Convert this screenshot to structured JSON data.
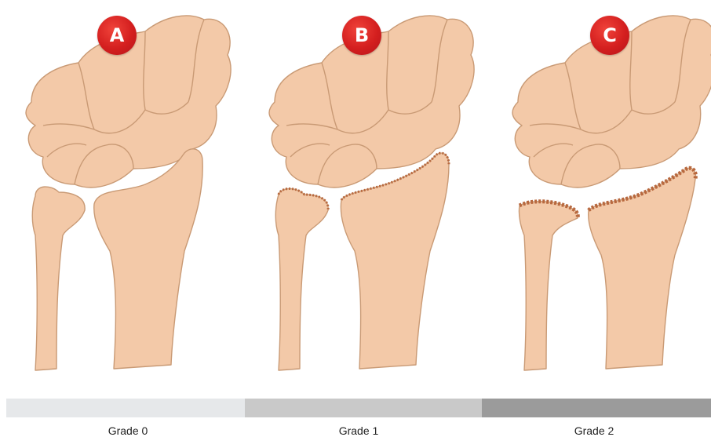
{
  "panels": [
    {
      "badge": "A",
      "grade_label": "Grade 0",
      "bar_color": "#e6e8ea"
    },
    {
      "badge": "B",
      "grade_label": "Grade 1",
      "bar_color": "#c9c9c9"
    },
    {
      "badge": "C",
      "grade_label": "Grade 2",
      "bar_color": "#9b9b9b"
    }
  ],
  "colors": {
    "bone_fill": "#f3c9a8",
    "bone_stroke": "#c99a75",
    "erosion": "#b8683e",
    "badge": "#d41f1f"
  }
}
